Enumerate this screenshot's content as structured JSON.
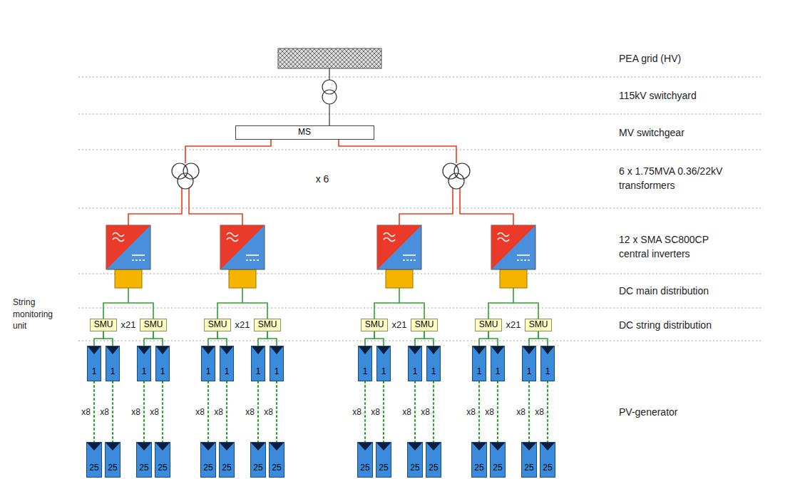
{
  "diagram": {
    "nodes": [
      {
        "text": [
          "MS"
        ]
      },
      {
        "text": [
          "SMU"
        ]
      },
      {
        "text": [
          "SMU"
        ]
      },
      {
        "text": [
          "SMU"
        ]
      },
      {
        "text": [
          "SMU"
        ]
      },
      {
        "text": [
          "SMU"
        ]
      },
      {
        "text": [
          "SMU"
        ]
      },
      {
        "text": [
          "SMU"
        ]
      },
      {
        "text": [
          "SMU"
        ]
      },
      {
        "text": [
          "1"
        ]
      },
      {
        "text": [
          "1"
        ]
      },
      {
        "text": [
          "1"
        ]
      },
      {
        "text": [
          "1"
        ]
      },
      {
        "text": [
          "1"
        ]
      },
      {
        "text": [
          "1"
        ]
      },
      {
        "text": [
          "1"
        ]
      },
      {
        "text": [
          "1"
        ]
      },
      {
        "text": [
          "1"
        ]
      },
      {
        "text": [
          "1"
        ]
      },
      {
        "text": [
          "1"
        ]
      },
      {
        "text": [
          "1"
        ]
      },
      {
        "text": [
          "1"
        ]
      },
      {
        "text": [
          "1"
        ]
      },
      {
        "text": [
          "1"
        ]
      },
      {
        "text": [
          "1"
        ]
      },
      {
        "text": [
          "25"
        ]
      },
      {
        "text": [
          "25"
        ]
      },
      {
        "text": [
          "25"
        ]
      },
      {
        "text": [
          "25"
        ]
      },
      {
        "text": [
          "25"
        ]
      },
      {
        "text": [
          "25"
        ]
      },
      {
        "text": [
          "25"
        ]
      },
      {
        "text": [
          "25"
        ]
      },
      {
        "text": [
          "25"
        ]
      },
      {
        "text": [
          "25"
        ]
      },
      {
        "text": [
          "25"
        ]
      },
      {
        "text": [
          "25"
        ]
      },
      {
        "text": [
          "25"
        ]
      },
      {
        "text": [
          "25"
        ]
      },
      {
        "text": [
          "25"
        ]
      },
      {
        "text": [
          "25"
        ]
      }
    ],
    "edges": [
      {
        "from": 9,
        "to": 1,
        "arrow": "none"
      },
      {
        "from": 10,
        "to": 1,
        "arrow": "none"
      },
      {
        "from": 11,
        "to": 2,
        "arrow": "none"
      },
      {
        "from": 12,
        "to": 2,
        "arrow": "none"
      },
      {
        "from": 13,
        "to": 3,
        "arrow": "none"
      },
      {
        "from": 14,
        "to": 3,
        "arrow": "none"
      },
      {
        "from": 15,
        "to": 4,
        "arrow": "none"
      },
      {
        "from": 16,
        "to": 4,
        "arrow": "none"
      },
      {
        "from": 17,
        "to": 5,
        "arrow": "none"
      },
      {
        "from": 18,
        "to": 5,
        "arrow": "none"
      },
      {
        "from": 19,
        "to": 6,
        "arrow": "none"
      },
      {
        "from": 20,
        "to": 6,
        "arrow": "none"
      },
      {
        "from": 21,
        "to": 7,
        "arrow": "none"
      },
      {
        "from": 22,
        "to": 7,
        "arrow": "none"
      },
      {
        "from": 23,
        "to": 8,
        "arrow": "none"
      },
      {
        "from": 24,
        "to": 8,
        "arrow": "none"
      },
      {
        "from": 9,
        "to": 25,
        "label": "x8",
        "arrow": "none"
      },
      {
        "from": 10,
        "to": 26,
        "label": "x8",
        "arrow": "none"
      },
      {
        "from": 11,
        "to": 27,
        "label": "x8",
        "arrow": "none"
      },
      {
        "from": 12,
        "to": 28,
        "label": "x8",
        "arrow": "none"
      },
      {
        "from": 13,
        "to": 29,
        "label": "x8",
        "arrow": "none"
      },
      {
        "from": 14,
        "to": 30,
        "label": "x8",
        "arrow": "none"
      },
      {
        "from": 15,
        "to": 31,
        "label": "x8",
        "arrow": "none"
      },
      {
        "from": 16,
        "to": 32,
        "label": "x8",
        "arrow": "none"
      },
      {
        "from": 17,
        "to": 33,
        "label": "x8",
        "arrow": "none"
      },
      {
        "from": 18,
        "to": 34,
        "label": "x8",
        "arrow": "none"
      },
      {
        "from": 19,
        "to": 35,
        "label": "x8",
        "arrow": "none"
      },
      {
        "from": 20,
        "to": 36,
        "label": "x8",
        "arrow": "none"
      },
      {
        "from": 21,
        "to": 37,
        "label": "x8",
        "arrow": "none"
      },
      {
        "from": 22,
        "to": 38,
        "label": "x8",
        "arrow": "none"
      },
      {
        "from": 23,
        "to": 39,
        "label": "x8",
        "arrow": "none"
      },
      {
        "from": 24,
        "to": 40,
        "label": "x8",
        "arrow": "none"
      }
    ],
    "labels": [
      "PEA grid (HV)",
      "115kV switchyard",
      "MV switchgear",
      "x 6",
      "6 x 1.75MVA 0.36/22kV transformers",
      "12 x SMA SC800CP central inverters",
      "DC main distribution",
      "String monitoring unit",
      "x21",
      "x21",
      "DC string distribution",
      "x21",
      "x21",
      "PV-generator"
    ]
  }
}
